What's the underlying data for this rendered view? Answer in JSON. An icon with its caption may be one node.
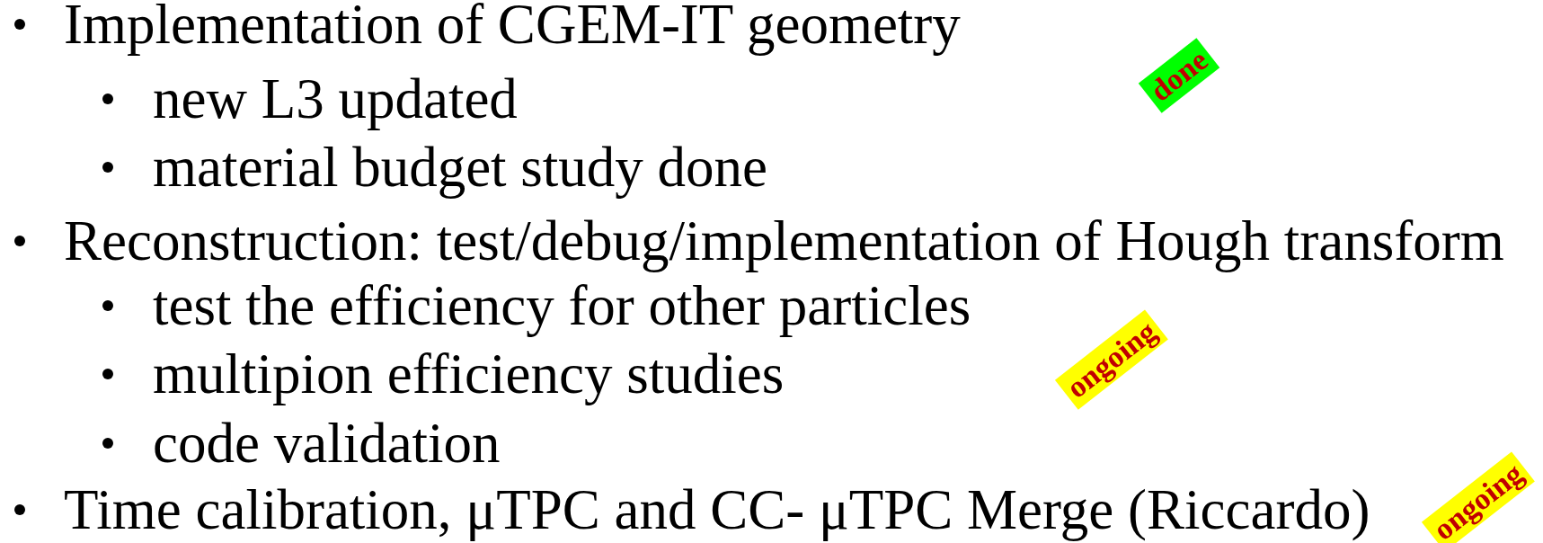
{
  "diagram": {
    "nodes": [
      {
        "text": [
          "done"
        ]
      },
      {
        "text": [
          "ongoing"
        ]
      },
      {
        "text": [
          "ongoing"
        ]
      }
    ],
    "labels": [
      "Implementation of CGEM-IT geometry",
      "new L3 updated",
      "material budget study done",
      "Reconstruction: test/debug/implementation of Hough transform",
      "test the efficiency for other particles",
      "multipion efficiency studies",
      "code validation",
      "Time calibration, μTPC and CC- μTPC Merge (Riccardo)"
    ]
  }
}
